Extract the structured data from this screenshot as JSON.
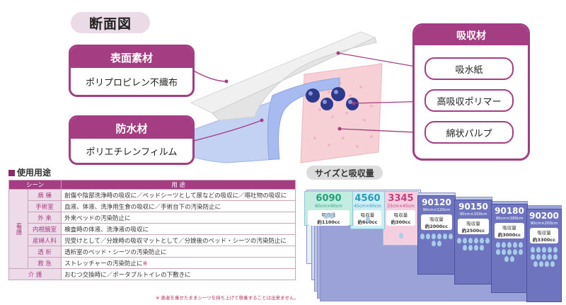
{
  "cross_section": {
    "title": "断面図",
    "surface": {
      "header": "表面素材",
      "value": "ポリプロピレン不織布"
    },
    "waterproof": {
      "header": "防水材",
      "value": "ポリエチレンフィルム"
    },
    "absorbent": {
      "header": "吸収材",
      "items": [
        "吸水紙",
        "高吸収ポリマー",
        "綿状パルプ"
      ]
    }
  },
  "usage": {
    "title": "使用用途",
    "col_headers": [
      "シーン",
      "用 途"
    ],
    "group_label": "看護",
    "rows": [
      {
        "scene": "病 棟",
        "use": "創傷や陰部洗浄時の吸収に／ベッドシーツとして尿などの吸収に／嘔吐物の吸収に"
      },
      {
        "scene": "手術室",
        "use": "血液、体液、洗浄用生食の吸収に／手術台下の汚染防止に"
      },
      {
        "scene": "外 来",
        "use": "外来ベッドの汚染防止に"
      },
      {
        "scene": "内視鏡室",
        "use": "検査時の体液、洗浄液の吸収に"
      },
      {
        "scene": "産婦人科",
        "use": "児受けとして／分娩時の吸収マットとして／分娩後のベッド・シーツの汚染防止に"
      },
      {
        "scene": "透 析",
        "use": "透析室のベッド・シーツの汚染防止に"
      },
      {
        "scene": "救 急",
        "use": "ストレッチャーの汚染防止に",
        "mark": "※"
      }
    ],
    "care_row": {
      "scene": "介 護",
      "use": "おむつ交換時に／ポータブルトイレの下敷きに"
    },
    "note": "※ 患者を乗せたままシーツを持ち上げて移乗することは出来ません。"
  },
  "sizes": {
    "title": "サイズと吸収量",
    "absorb_label": "吸収量",
    "items": [
      {
        "code": "3345",
        "dim": "33cm×45cm",
        "amount": "約300cc",
        "color": "#f3cfe0",
        "text_color": "#c2407d"
      },
      {
        "code": "4560",
        "dim": "45cm×60cm",
        "amount": "約600cc",
        "color": "#cdeef4",
        "text_color": "#2a9ab8"
      },
      {
        "code": "6090",
        "dim": "60cm×90cm",
        "amount": "約1100cc",
        "color": "#c3ece0",
        "text_color": "#24a07a"
      },
      {
        "code": "90120",
        "dim": "90cm×120cm",
        "amount": "約2000cc",
        "color": "#6f74be",
        "text_color": "#ffffff"
      },
      {
        "code": "90150",
        "dim": "90cm×150cm",
        "amount": "約2500cc",
        "color": "#6f74be",
        "text_color": "#ffffff"
      },
      {
        "code": "90180",
        "dim": "90cm×180cm",
        "amount": "約3000cc",
        "color": "#6f74be",
        "text_color": "#ffffff"
      },
      {
        "code": "90200",
        "dim": "90cm×200cm",
        "amount": "約3300cc",
        "color": "#6f74be",
        "text_color": "#ffffff"
      }
    ]
  }
}
